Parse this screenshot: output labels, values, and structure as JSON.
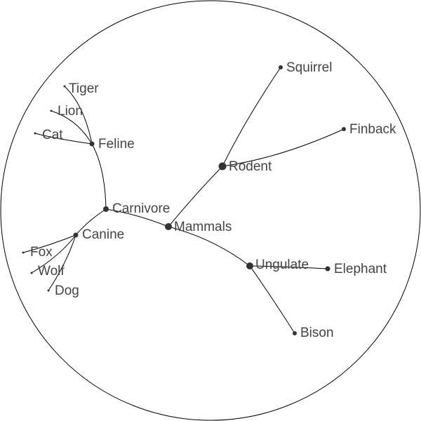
{
  "diagram": {
    "type": "radial-phylogenetic-tree",
    "colors": {
      "line": "#000000",
      "node": "#333333",
      "text": "#444444",
      "background": "#ffffff"
    },
    "nodes": {
      "mammals": {
        "label": "Mammals"
      },
      "rodent": {
        "label": "Rodent"
      },
      "squirrel": {
        "label": "Squirrel"
      },
      "finback": {
        "label": "Finback"
      },
      "ungulate": {
        "label": "Ungulate"
      },
      "elephant": {
        "label": "Elephant"
      },
      "bison": {
        "label": "Bison"
      },
      "carnivore": {
        "label": "Carnivore"
      },
      "feline": {
        "label": "Feline"
      },
      "tiger": {
        "label": "Tiger"
      },
      "lion": {
        "label": "Lion"
      },
      "cat": {
        "label": "Cat"
      },
      "canine": {
        "label": "Canine"
      },
      "fox": {
        "label": "Fox"
      },
      "wolf": {
        "label": "Wolf"
      },
      "dog": {
        "label": "Dog"
      }
    },
    "edges": [
      {
        "from": "mammals",
        "to": "rodent"
      },
      {
        "from": "rodent",
        "to": "squirrel"
      },
      {
        "from": "rodent",
        "to": "finback"
      },
      {
        "from": "mammals",
        "to": "ungulate"
      },
      {
        "from": "ungulate",
        "to": "elephant"
      },
      {
        "from": "ungulate",
        "to": "bison"
      },
      {
        "from": "mammals",
        "to": "carnivore"
      },
      {
        "from": "carnivore",
        "to": "feline"
      },
      {
        "from": "feline",
        "to": "tiger"
      },
      {
        "from": "feline",
        "to": "lion"
      },
      {
        "from": "feline",
        "to": "cat"
      },
      {
        "from": "carnivore",
        "to": "canine"
      },
      {
        "from": "canine",
        "to": "fox"
      },
      {
        "from": "canine",
        "to": "wolf"
      },
      {
        "from": "canine",
        "to": "dog"
      }
    ]
  }
}
